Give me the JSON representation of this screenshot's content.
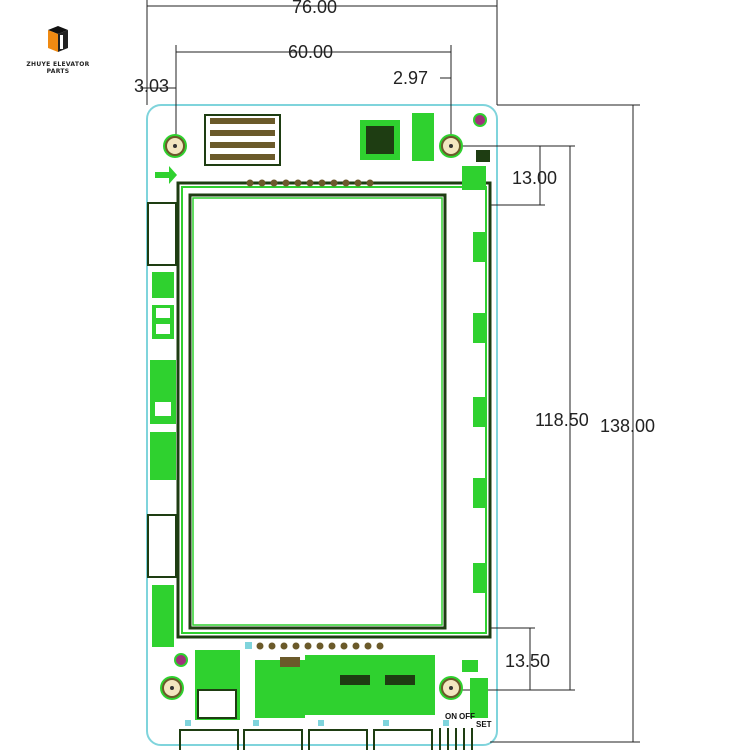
{
  "logo": {
    "brand": "ZHUYE ELEVATOR PARTS"
  },
  "dimensions": {
    "overall_width": "76.00",
    "hole_spacing_width": "60.00",
    "left_offset": "3.03",
    "right_offset": "2.97",
    "top_offset": "13.00",
    "hole_spacing_height": "118.50",
    "overall_height": "138.00",
    "bottom_offset": "13.50"
  },
  "board_labels": {
    "on": "ON",
    "off": "OFF",
    "set": "SET"
  },
  "colors": {
    "outline": "#7fd4dc",
    "copper": "#2fd12f",
    "trace": "#1e3d12",
    "dim_line": "#222222"
  }
}
